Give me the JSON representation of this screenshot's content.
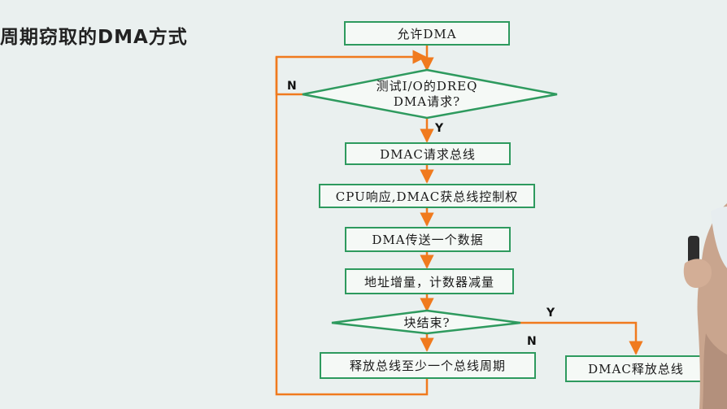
{
  "title": "周期窃取的DMA方式",
  "flow": {
    "allow_dma": "允许DMA",
    "decision_test": {
      "line1": "测试I/O的DREQ",
      "line2": "DMA请求?"
    },
    "dmac_request": "DMAC请求总线",
    "cpu_respond": "CPU响应,DMAC获总线控制权",
    "dma_transfer": "DMA传送一个数据",
    "addr_inc": "地址增量，计数器减量",
    "decision_block": "块结束?",
    "release_cycle": "释放总线至少一个总线周期",
    "dmac_release": "DMAC释放总线"
  },
  "labels": {
    "no_1": "N",
    "yes_1": "Y",
    "yes_2": "Y",
    "no_2": "N"
  },
  "colors": {
    "box_border": "#2e9a5e",
    "arrow": "#f07a1e",
    "background": "#eaf0ef"
  }
}
